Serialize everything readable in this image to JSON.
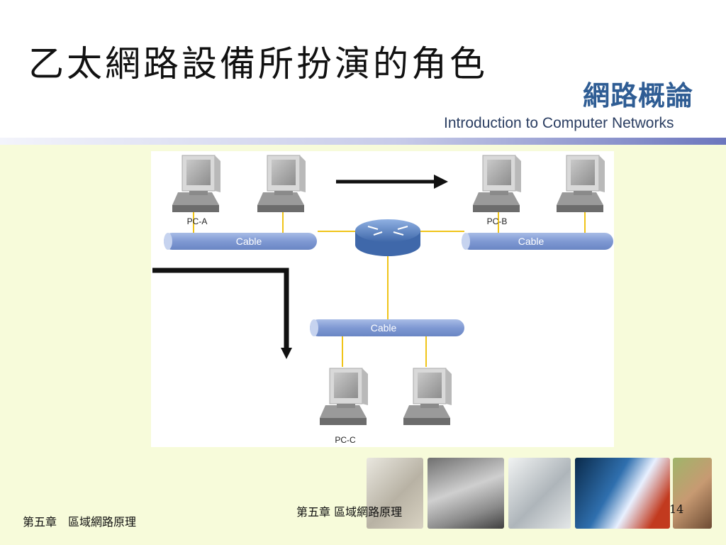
{
  "slide": {
    "title": "乙太網路設備所扮演的角色",
    "logo_cn": "網路概論",
    "logo_en": "Introduction to Computer Networks"
  },
  "diagram": {
    "cable_labels": [
      "Cable",
      "Cable",
      "Cable"
    ],
    "pc_labels": [
      "PC-A",
      "PC-B",
      "PC-C"
    ],
    "colors": {
      "cable": "#8aa3d9",
      "wire": "#f0c419",
      "router": "#5f86c4",
      "arrow": "#111111"
    }
  },
  "footer": {
    "left_text": "第五章　區域網路原理",
    "center_text": "第五章 區域網路原理",
    "page_number": "14"
  }
}
